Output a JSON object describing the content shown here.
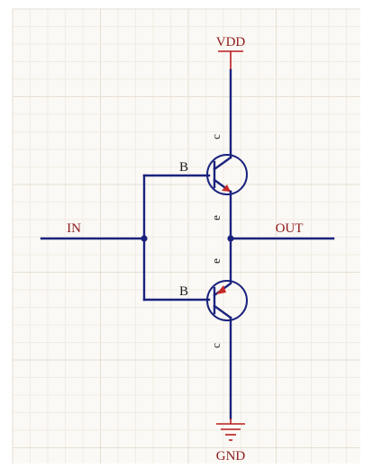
{
  "labels": {
    "vdd": "VDD",
    "gnd": "GND",
    "in": "IN",
    "out": "OUT"
  },
  "transistors": {
    "top": {
      "base": "B",
      "collector": "c",
      "emitter": "e"
    },
    "bottom": {
      "base": "B",
      "collector": "c",
      "emitter": "e"
    }
  },
  "colors": {
    "grid_minor": "#f1ece4",
    "grid_major": "#e6dfd3",
    "background": "#fbf9f5",
    "wire": "#1a237e",
    "power_symbol": "#b71c1c",
    "net_label": "#8b1a1a"
  }
}
